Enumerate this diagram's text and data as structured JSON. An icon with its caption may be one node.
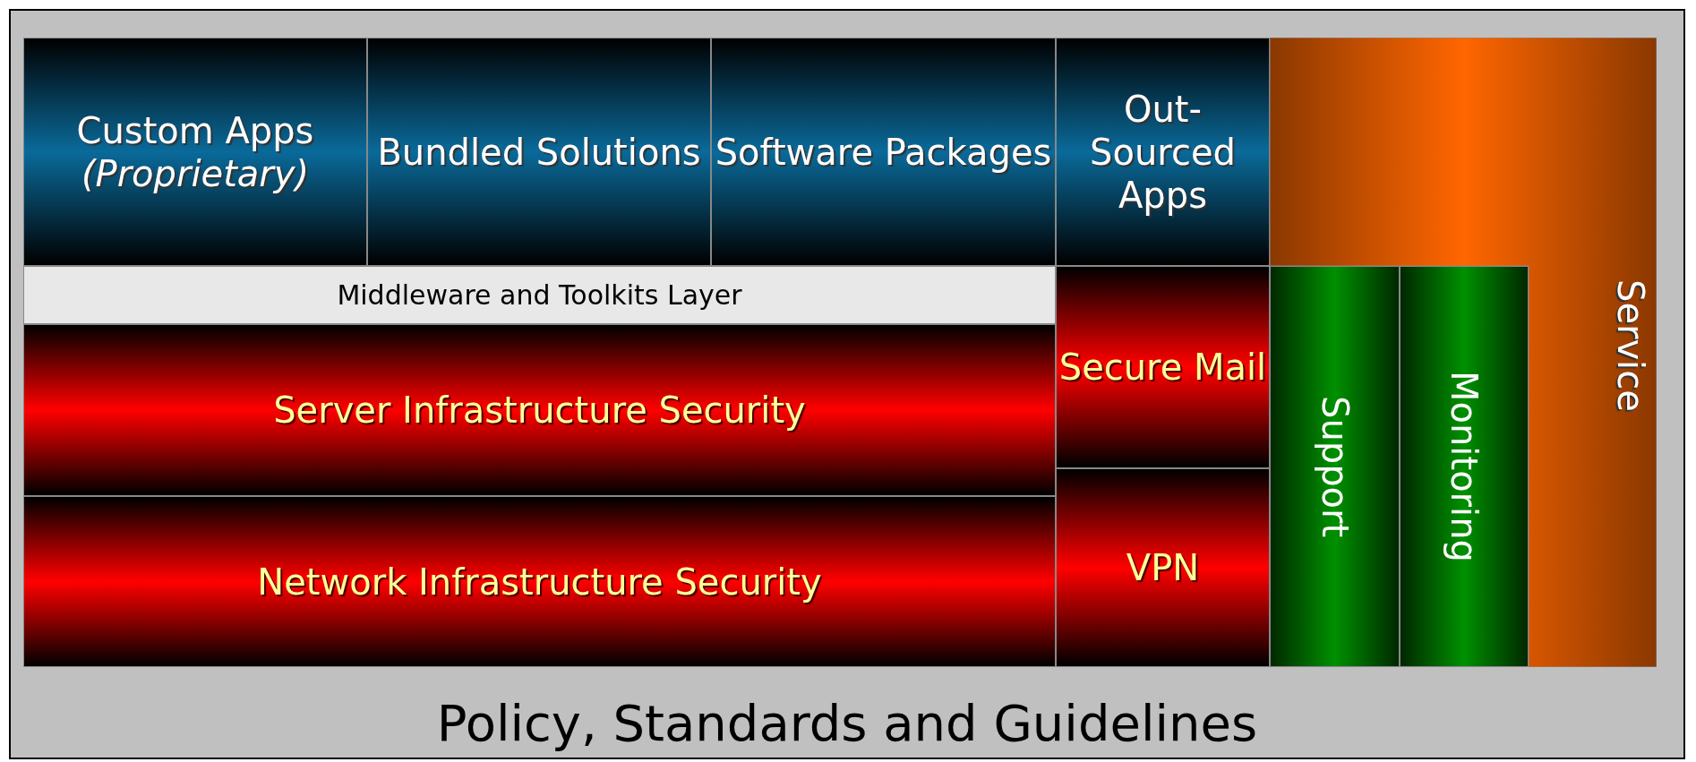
{
  "diagram": {
    "nodes": [
      {
        "text": [
          "Policy, Standards and Guidelines"
        ]
      },
      {
        "text": [
          "Custom Apps",
          "(Proprietary)"
        ],
        "in": 0
      },
      {
        "text": [
          "Bundled Solutions"
        ],
        "in": 0
      },
      {
        "text": [
          "Software Packages"
        ],
        "in": 0
      },
      {
        "text": [
          "Out-Sourced Apps"
        ],
        "in": 0
      },
      {
        "text": [
          "Service"
        ],
        "in": 0
      },
      {
        "text": [
          "Middleware and Toolkits Layer"
        ],
        "in": 0
      },
      {
        "text": [
          "Secure Mail"
        ],
        "in": 0
      },
      {
        "text": [
          "Support"
        ],
        "in": 0
      },
      {
        "text": [
          "Monitoring"
        ],
        "in": 0
      },
      {
        "text": [
          "Server Infrastructure Security"
        ],
        "in": 0
      },
      {
        "text": [
          "Network Infrastructure Security"
        ],
        "in": 0
      },
      {
        "text": [
          "VPN"
        ],
        "in": 0
      }
    ]
  }
}
